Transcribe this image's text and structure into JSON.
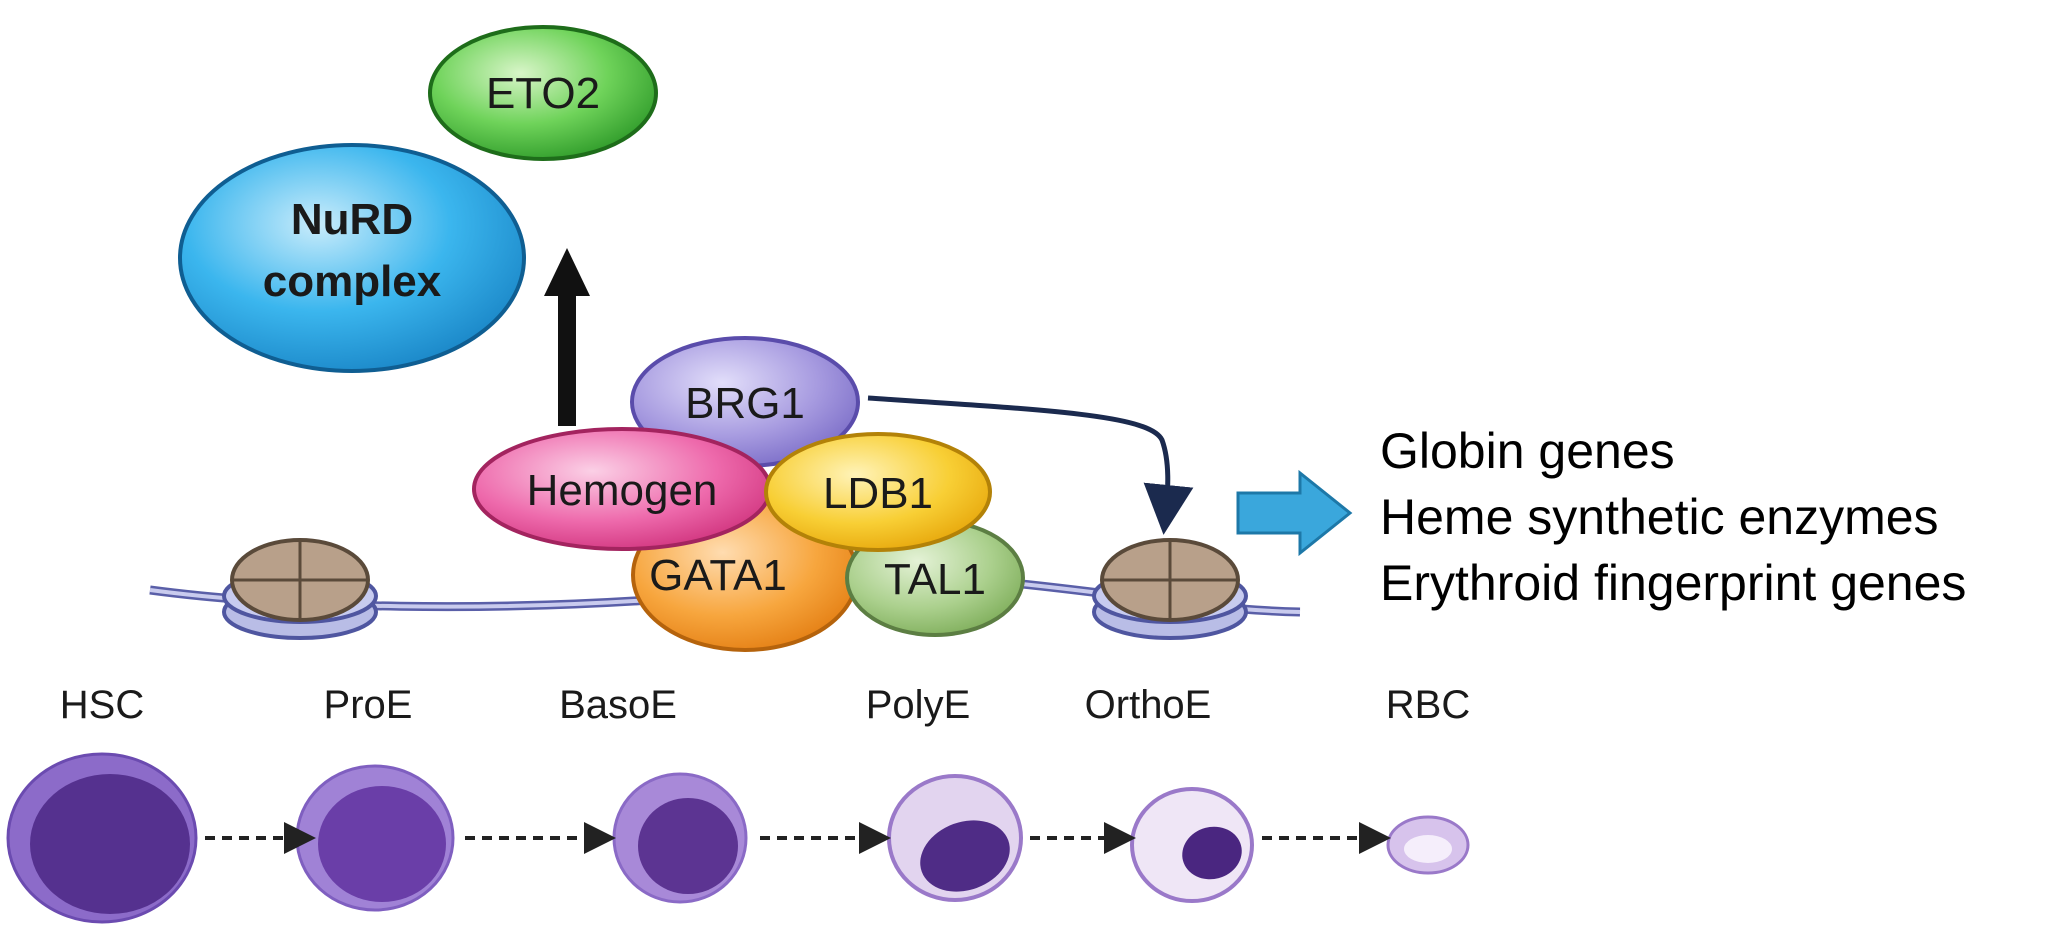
{
  "complexes": {
    "eto2": "ETO2",
    "nurd_line1": "NuRD",
    "nurd_line2": "complex",
    "brg1": "BRG1",
    "hemogen": "Hemogen",
    "ldb1": "LDB1",
    "gata1": "GATA1",
    "tal1": "TAL1"
  },
  "target_genes": [
    "Globin genes",
    "Heme synthetic enzymes",
    "Erythroid fingerprint genes"
  ],
  "stages": [
    "HSC",
    "ProE",
    "BasoE",
    "PolyE",
    "OrthoE",
    "RBC"
  ],
  "colors": {
    "eto2": "#4cbf3f",
    "nurd": "#2aaee8",
    "brg1": "#9b8fd8",
    "hemogen": "#e8559e",
    "ldb1": "#f6c21e",
    "gata1": "#f49a2c",
    "tal1": "#9cc77e",
    "arrow_blue": "#3aa7dc",
    "cell_outer": "#8c6bc9",
    "cell_nucleus": "#5a3a98"
  }
}
